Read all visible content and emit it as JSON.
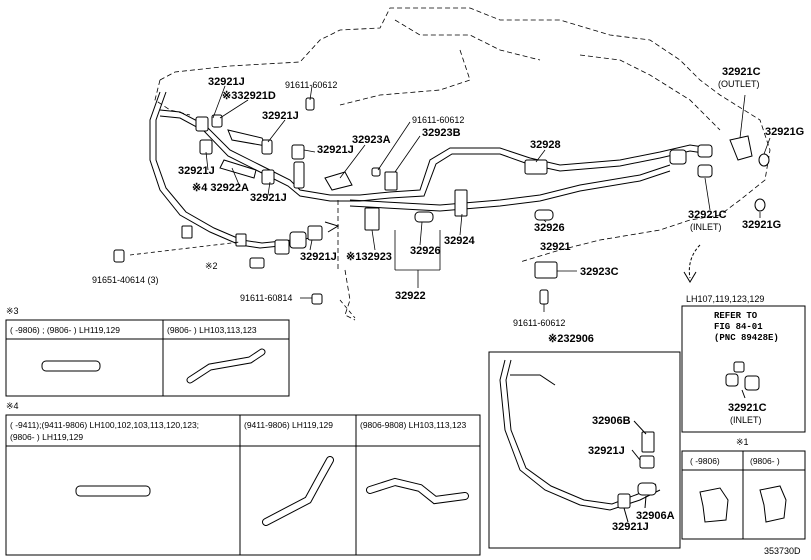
{
  "main_labels": {
    "p32921J_top": "32921J",
    "p32921D": "※332921D",
    "p91611_60612_top": "91611-60612",
    "p32921J_b": "32921J",
    "p32921J_c": "32921J",
    "p32921J_left": "32921J",
    "p32922A": "※4 32922A",
    "p32921J_d": "32921J",
    "p32923A": "32923A",
    "p91611_60612_mid": "91611-60612",
    "p32923B": "32923B",
    "p32928": "32928",
    "p32921C_outlet": "32921C",
    "outlet": "(OUTLET)",
    "p32921G_a": "32921G",
    "p32921C_inlet": "32921C",
    "inlet": "(INLET)",
    "p32921G_b": "32921G",
    "p32926_a": "32926",
    "p32921": "32921",
    "p32924": "32924",
    "p32926_b": "32926",
    "p32923": "※132923",
    "p32921J_e": "32921J",
    "p32922": "32922",
    "p32923C": "32923C",
    "p91651": "91651-40614 (3)",
    "mark2": "※2",
    "p91611_60814": "91611-60814",
    "p91611_60612_bot": "91611-60612",
    "p32906_title": "※232906",
    "p32906B": "32906B",
    "p32921J_f": "32921J",
    "p32906A": "32906A",
    "p32921J_g": "32921J",
    "lh_ref": "LH107,119,123,129",
    "refer_line1": "REFER TO",
    "refer_line2": "FIG 84-01",
    "refer_line3": "(PNC 89428E)",
    "p32921C_ref": "32921C",
    "inlet_ref": "(INLET)",
    "diagram_id": "353730D"
  },
  "table3": {
    "mark": "※3",
    "col1_header": "(    -9806) ; (9806-    ) LH119,129",
    "col2_header": "(9806-    ) LH103,113,123"
  },
  "table4": {
    "mark": "※4",
    "col1_header_line1": "(    -9411);(9411-9806) LH100,102,103,113,120,123;",
    "col1_header_line2": "(9806-    ) LH119,129",
    "col2_header": "(9411-9806) LH119,129",
    "col3_header": "(9806-9808) LH103,113,123"
  },
  "table1": {
    "mark": "※1",
    "col1_header": "(    -9806)",
    "col2_header": "(9806-    )"
  }
}
